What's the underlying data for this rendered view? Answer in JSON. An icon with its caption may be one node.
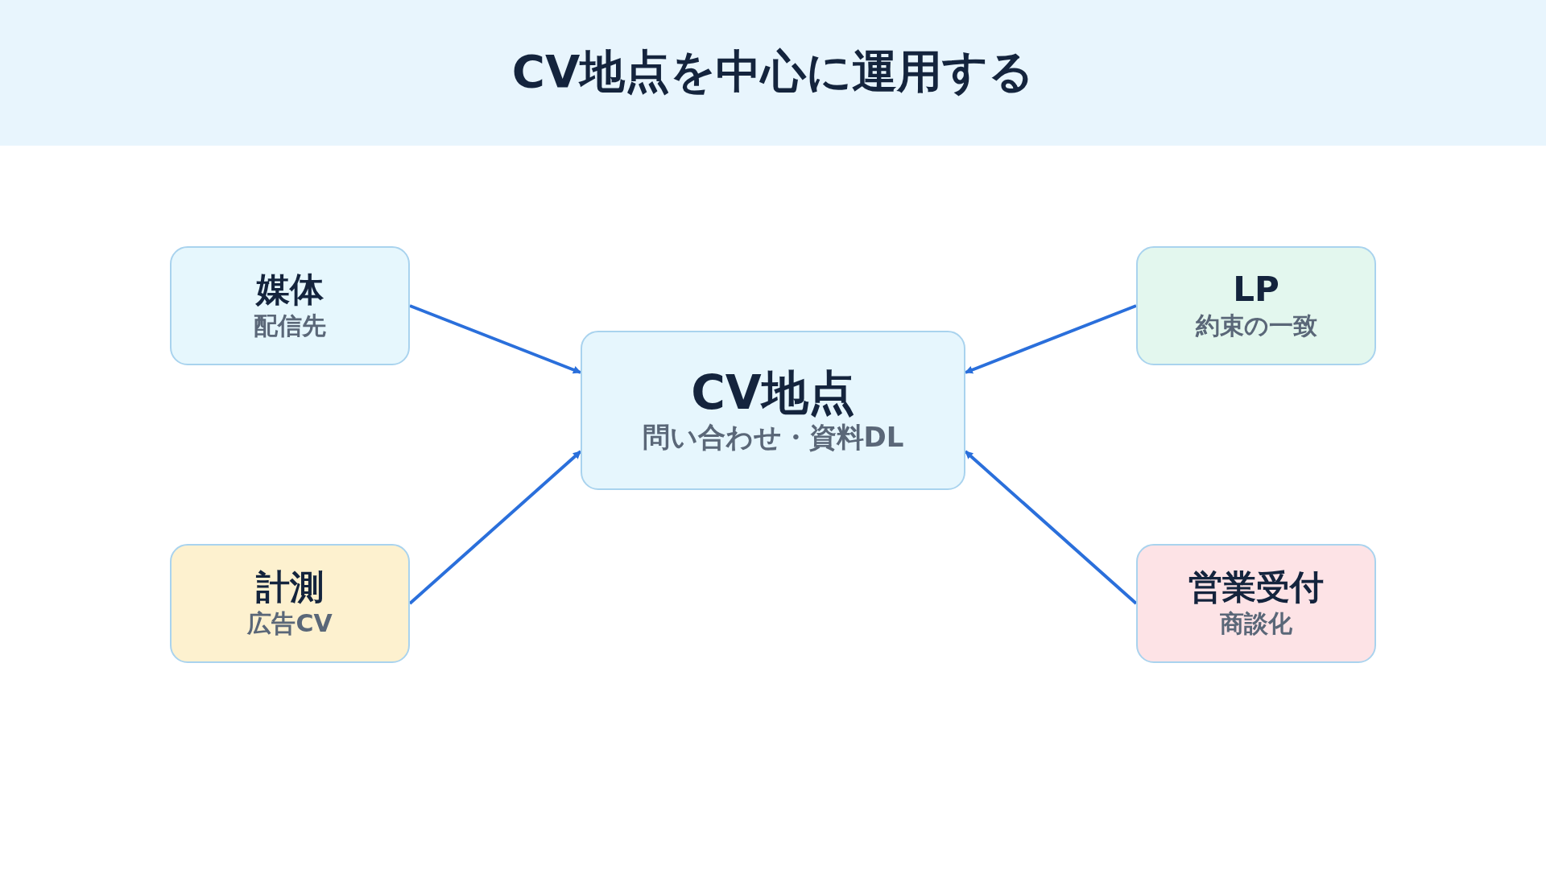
{
  "diagram": {
    "title": "CV地点を中心に運用する",
    "nodes": [
      {
        "text": [
          "媒体",
          "配信先"
        ]
      },
      {
        "text": [
          "LP",
          "約束の一致"
        ]
      },
      {
        "text": [
          "CV地点",
          "問い合わせ・資料DL"
        ]
      },
      {
        "text": [
          "計測",
          "広告CV"
        ]
      },
      {
        "text": [
          "営業受付",
          "商談化"
        ]
      }
    ],
    "edges": [
      {
        "from": 0,
        "to": 2,
        "arrow": "to"
      },
      {
        "from": 1,
        "to": 2,
        "arrow": "to"
      },
      {
        "from": 3,
        "to": 2,
        "arrow": "to"
      },
      {
        "from": 4,
        "to": 2,
        "arrow": "to"
      }
    ]
  }
}
